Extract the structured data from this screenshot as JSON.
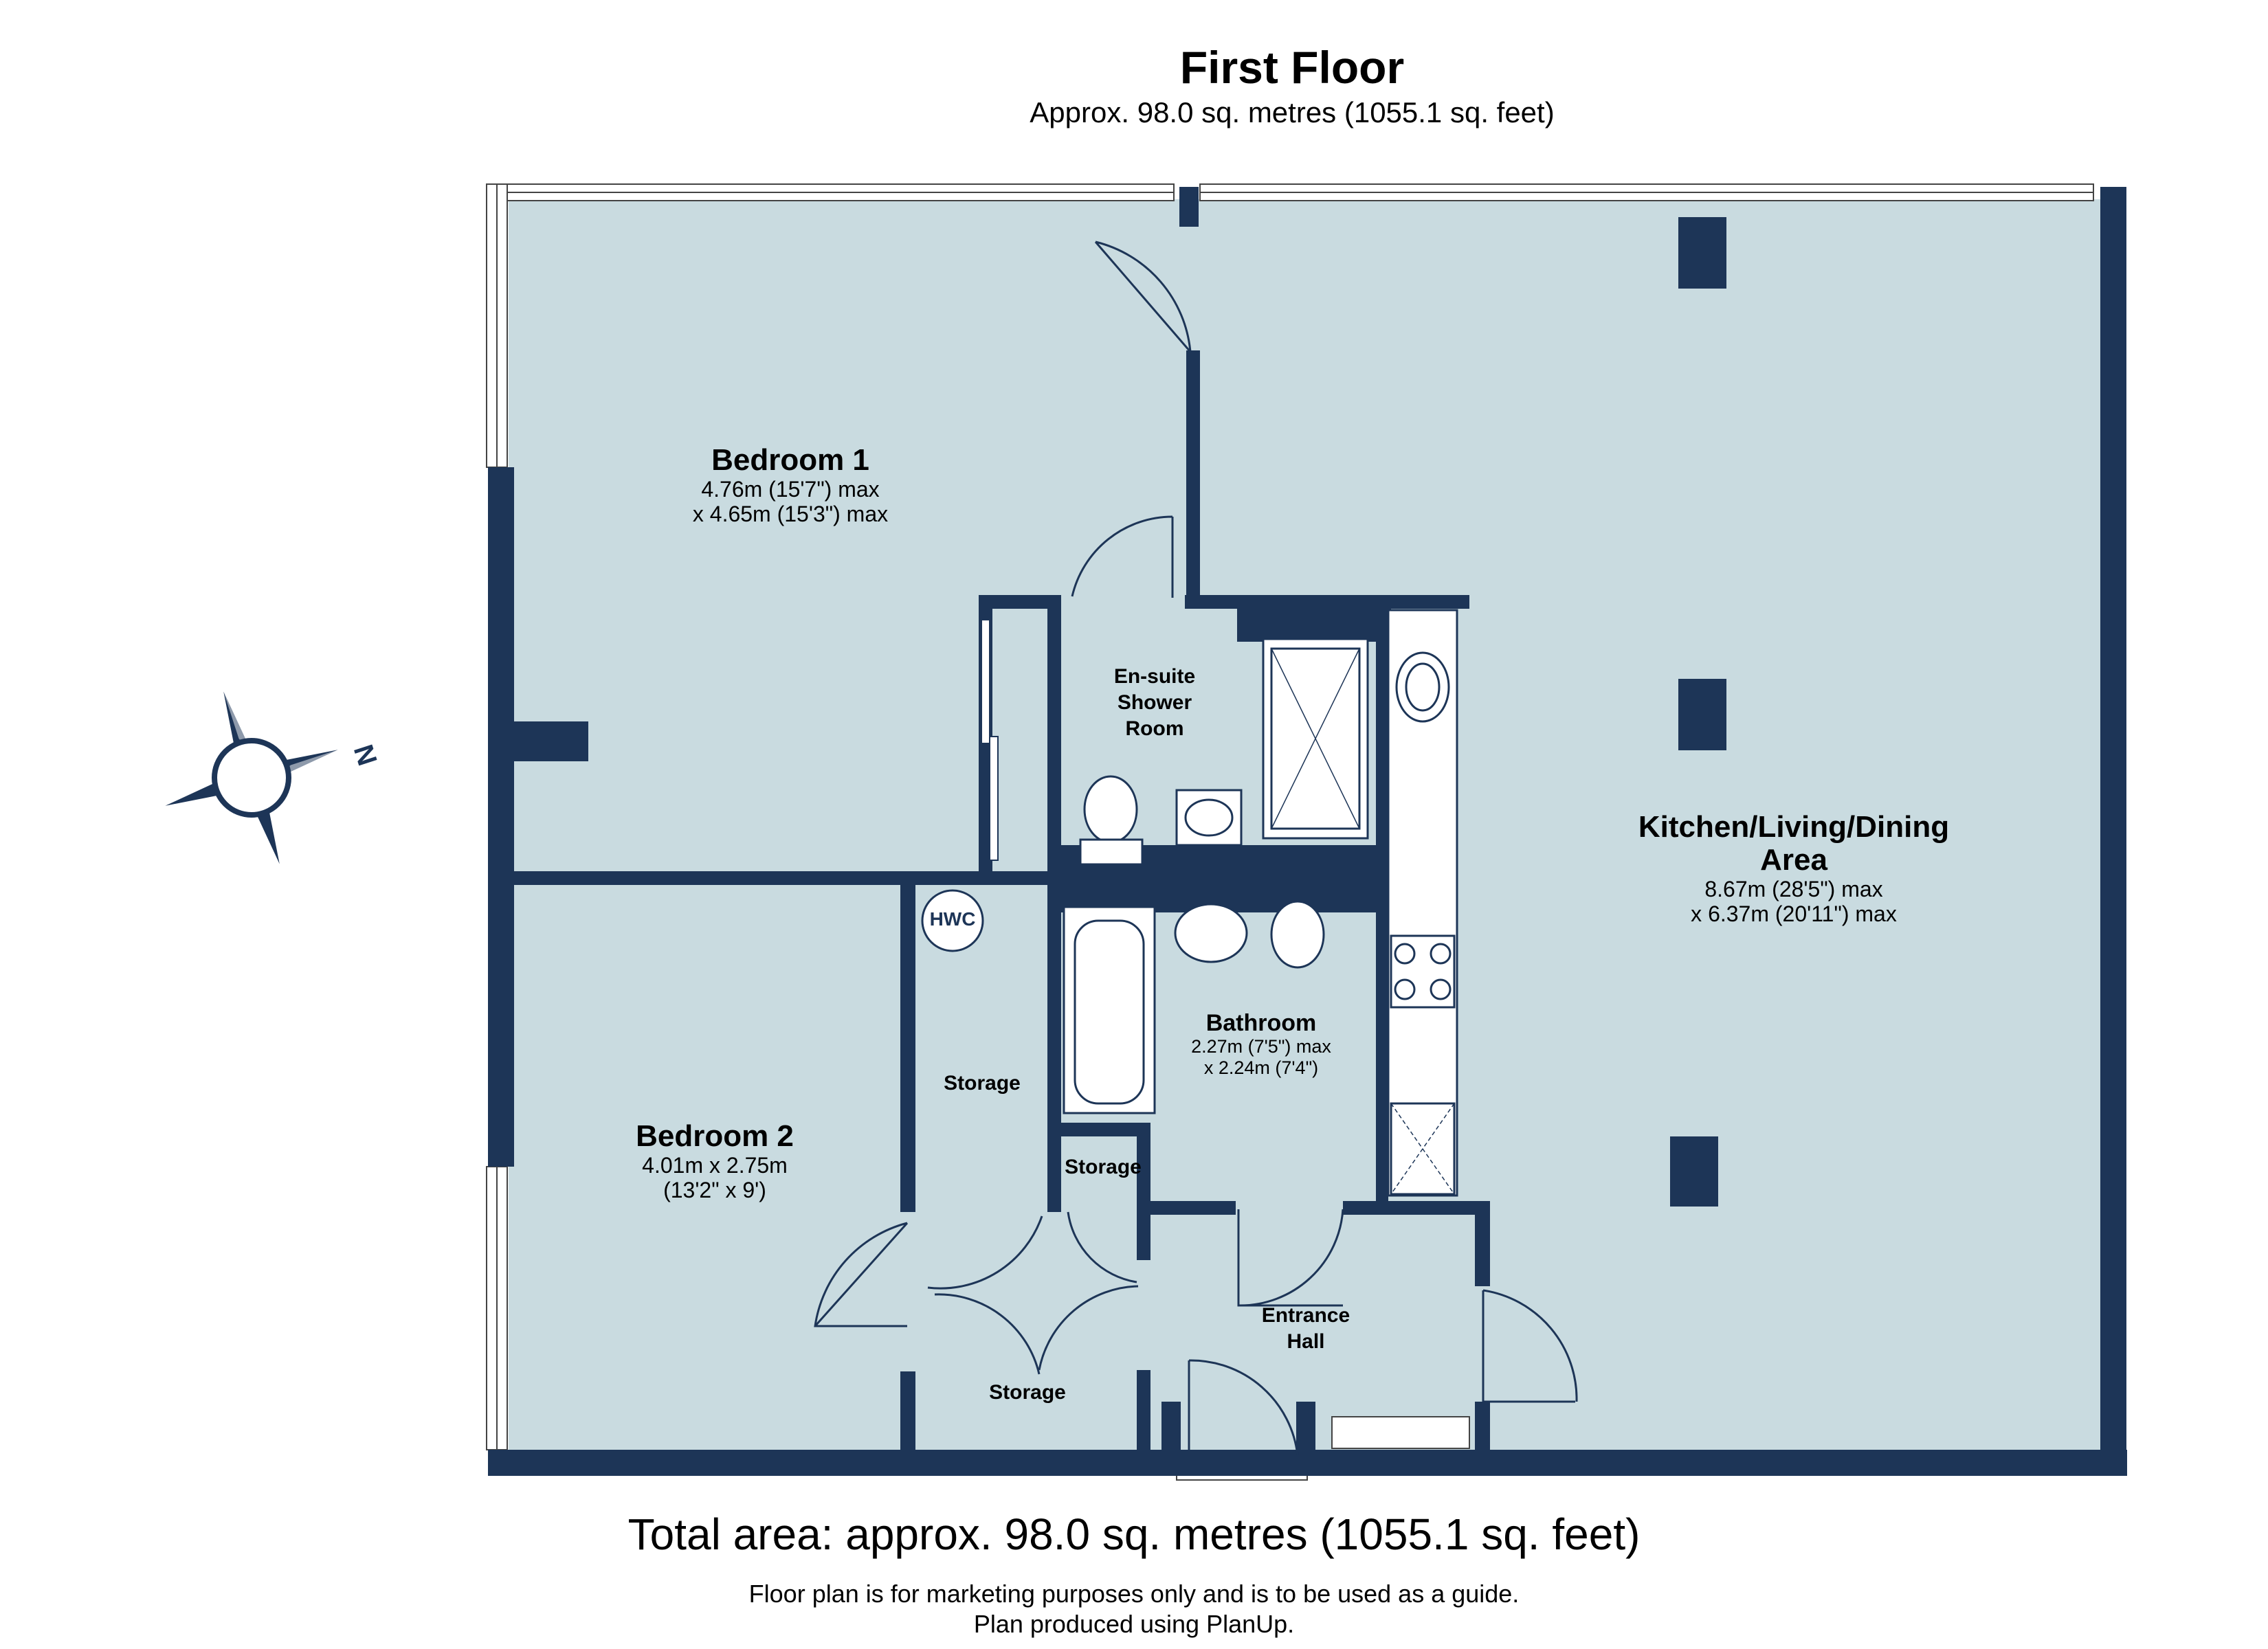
{
  "header": {
    "title": "First Floor",
    "subtitle": "Approx. 98.0 sq. metres (1055.1 sq. feet)"
  },
  "rooms": {
    "bedroom1": {
      "name": "Bedroom 1",
      "dim1": "4.76m (15'7\") max",
      "dim2": "x 4.65m (15'3\") max"
    },
    "ensuite": {
      "line1": "En-suite",
      "line2": "Shower",
      "line3": "Room"
    },
    "kitchen": {
      "line1": "Kitchen/Living/Dining",
      "line2": "Area",
      "dim1": "8.67m (28'5\") max",
      "dim2": "x 6.37m (20'11\") max"
    },
    "bathroom": {
      "name": "Bathroom",
      "dim1": "2.27m (7'5\") max",
      "dim2": "x 2.24m (7'4\")"
    },
    "bedroom2": {
      "name": "Bedroom 2",
      "dim1": "4.01m x 2.75m",
      "dim2": "(13'2\" x 9')"
    },
    "storage_hall": {
      "name": "Storage"
    },
    "storage_small": {
      "name": "Storage"
    },
    "storage_bottom": {
      "name": "Storage"
    },
    "entrance": {
      "line1": "Entrance",
      "line2": "Hall"
    },
    "hwc": {
      "label": "HWC"
    }
  },
  "compass": {
    "label": "N"
  },
  "footer": {
    "total": "Total area: approx. 98.0 sq. metres (1055.1 sq. feet)",
    "note1": "Floor plan is for marketing purposes only and is to be used as a guide.",
    "note2": "Plan produced using PlanUp."
  },
  "colors": {
    "wall": "#1d3557",
    "floor": "#c9dbe0",
    "window": "#ffffff"
  }
}
